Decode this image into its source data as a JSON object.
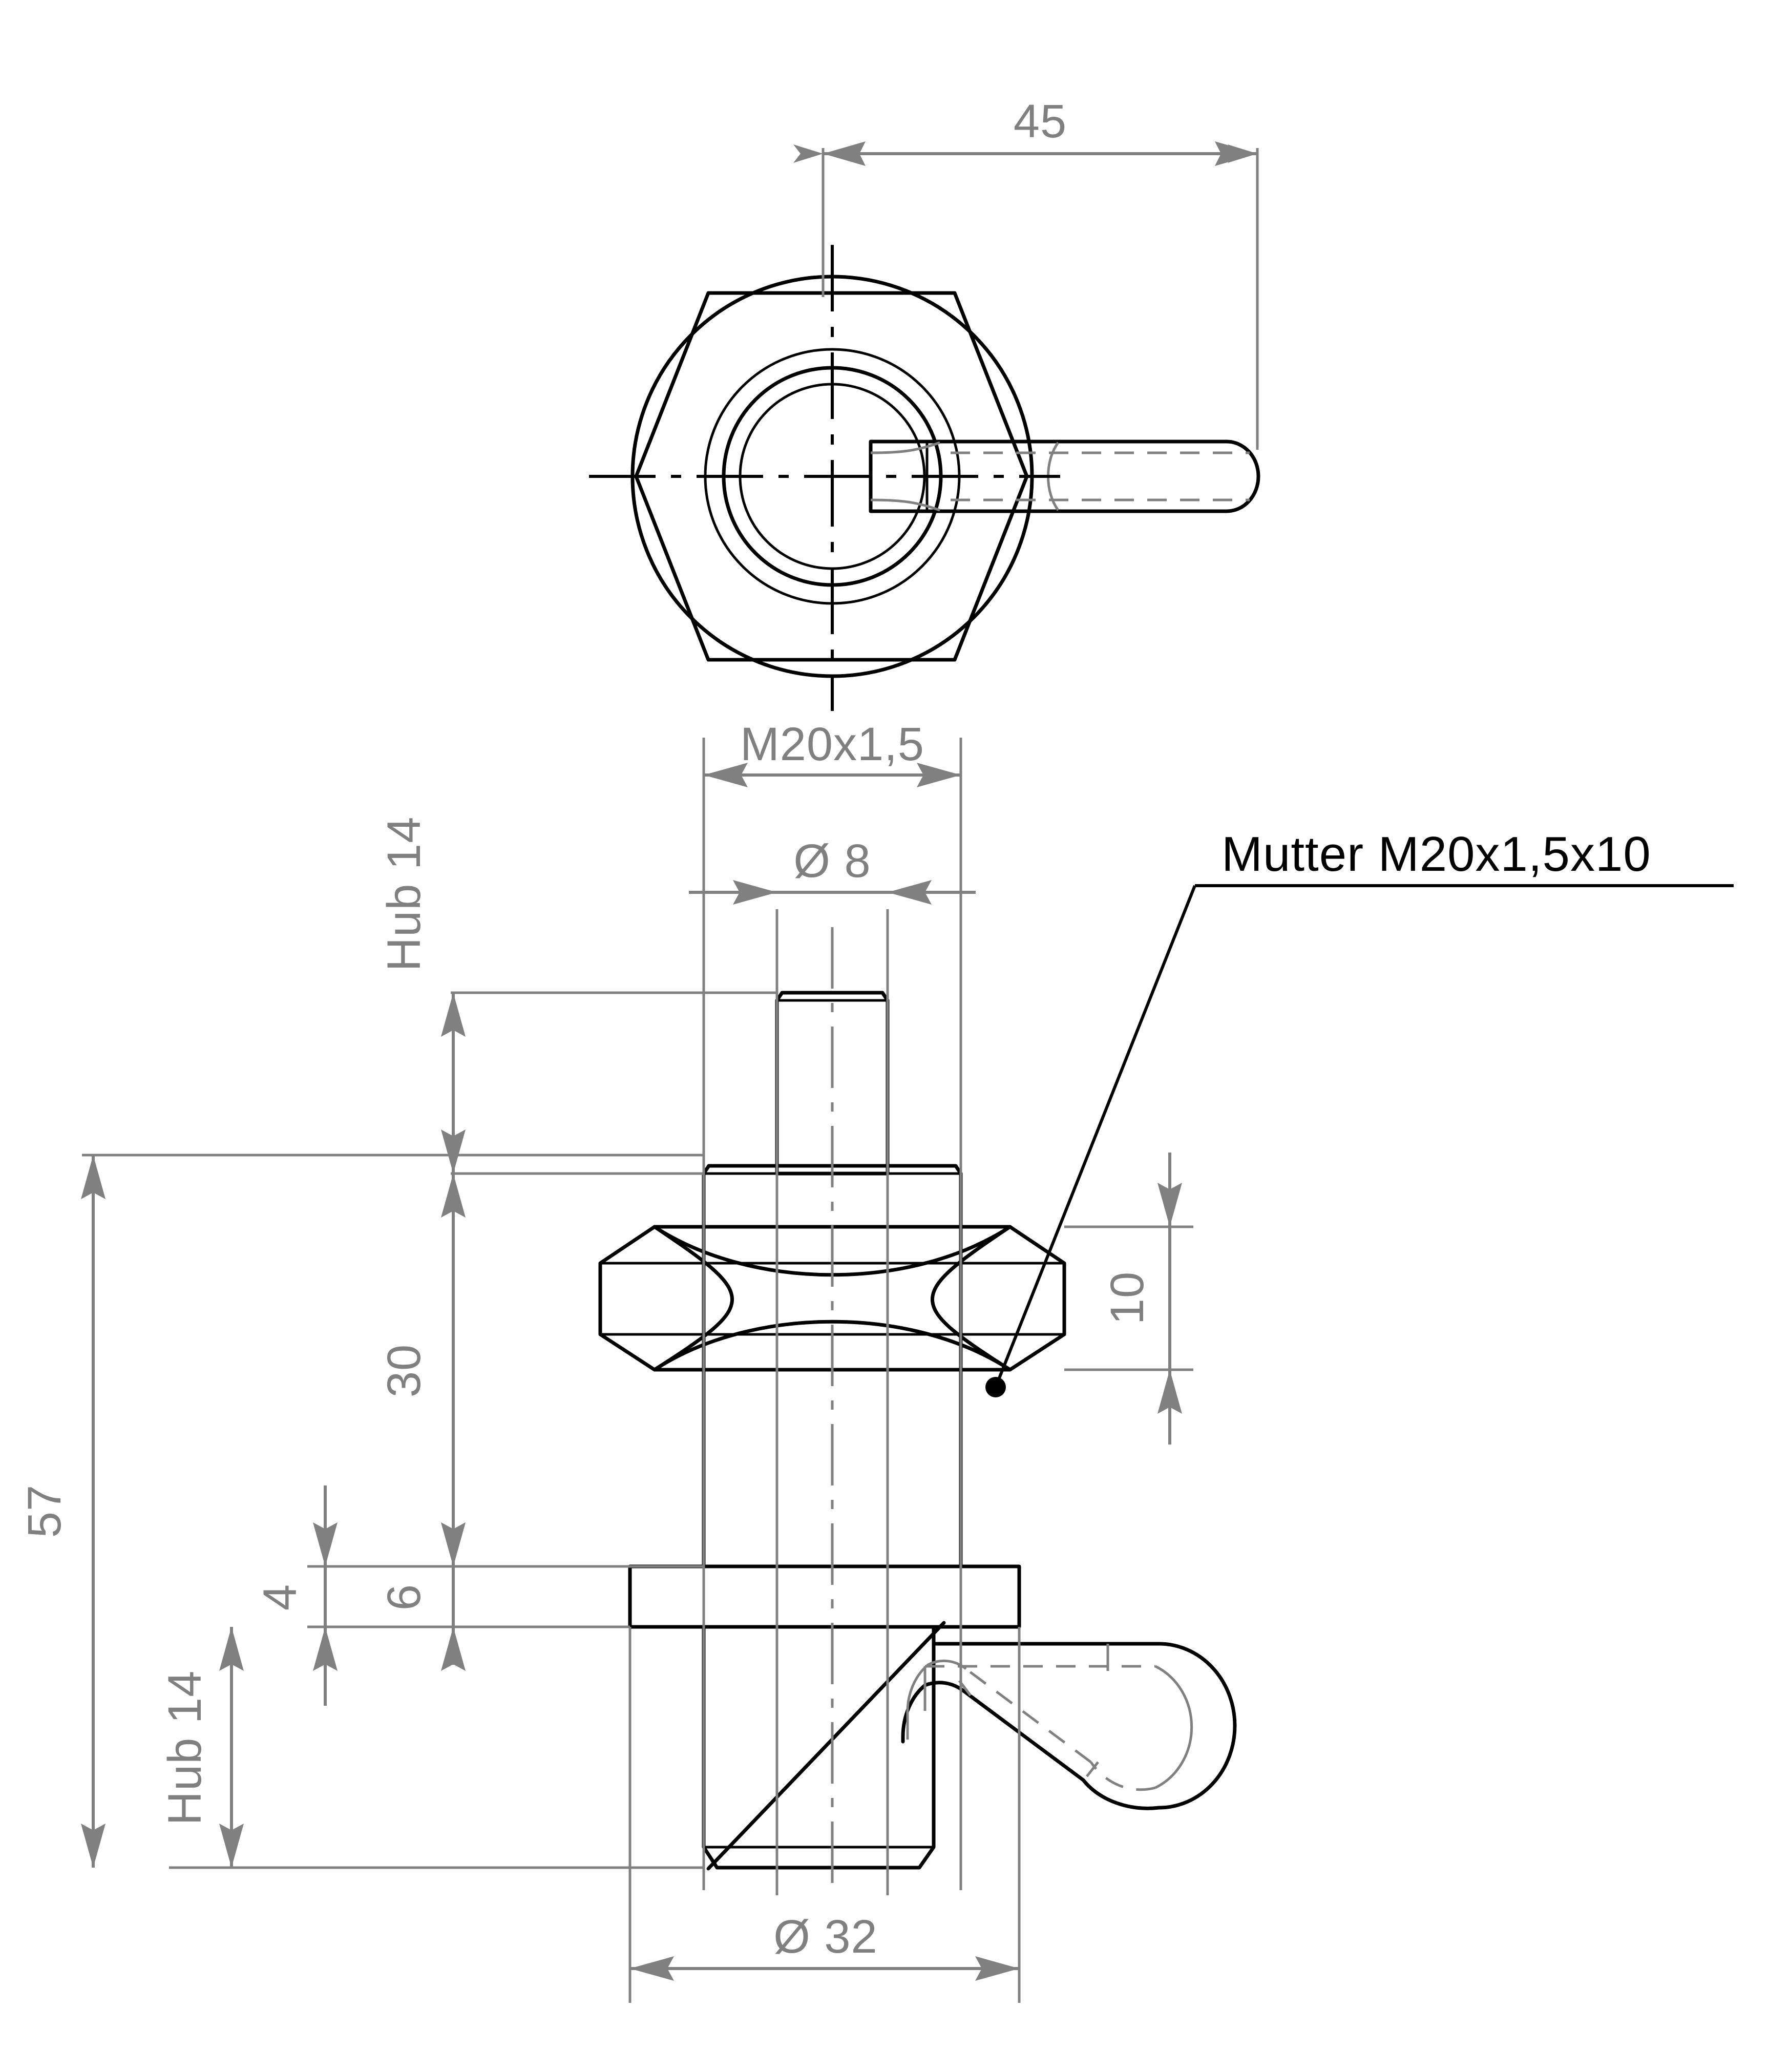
{
  "drawing": {
    "type": "mechanical-part-technical-drawing",
    "views": [
      {
        "name": "top-view",
        "description": "plan view of hexagon nut, round flange and lever arm"
      },
      {
        "name": "front-view",
        "description": "sectioned elevation of threaded stud, nut, flange and handle"
      }
    ],
    "line_colors": {
      "object": "#000000",
      "dimension": "#808080",
      "hidden": "#808080",
      "label": "#000000"
    }
  },
  "dimensions": {
    "top_view_length": "45",
    "thread_spec": "M20x1,5",
    "pin_diameter": "Ø 8",
    "nut_height": "10",
    "stroke_upper": "Hub 14",
    "stud_length": "30",
    "overall_height": "57",
    "collar_offset": "6",
    "flange_thickness": "4",
    "stroke_lower": "Hub 14",
    "flange_diameter": "Ø 32"
  },
  "annotations": {
    "nut_callout": "Mutter M20x1,5x10"
  }
}
